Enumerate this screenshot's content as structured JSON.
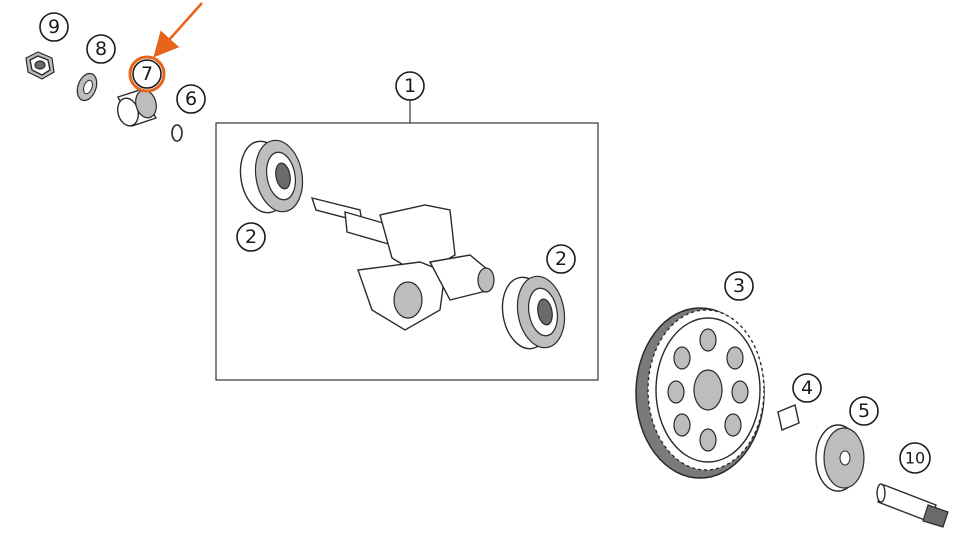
{
  "callouts": {
    "c1": "1",
    "c2a": "2",
    "c2b": "2",
    "c3": "3",
    "c4": "4",
    "c5": "5",
    "c6": "6",
    "c7": "7",
    "c8": "8",
    "c9": "9",
    "c10": "10"
  },
  "highlight": {
    "target": "7",
    "color": "#e8641b"
  }
}
